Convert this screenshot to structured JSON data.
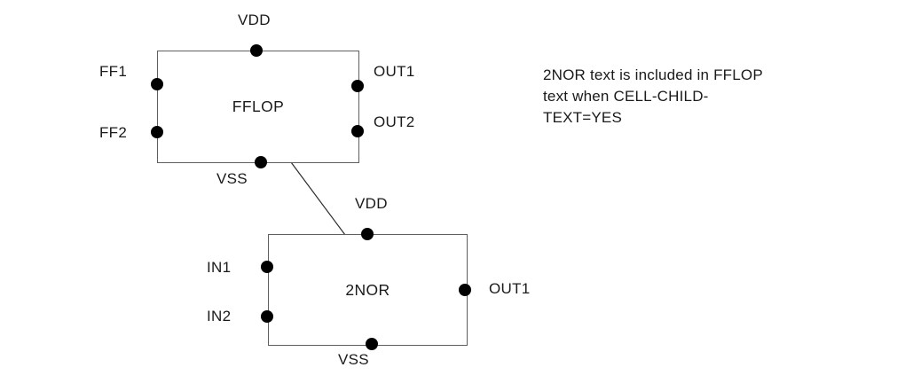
{
  "colors": {
    "background": "#ffffff",
    "box_border": "#5f5f5f",
    "pin_dot": "#000000",
    "text": "#1a1a1a",
    "connector_line": "#2b2b2b"
  },
  "fflop": {
    "label": "FFLOP",
    "pins": {
      "vdd": "VDD",
      "ff1": "FF1",
      "ff2": "FF2",
      "out1": "OUT1",
      "out2": "OUT2",
      "vss": "VSS"
    }
  },
  "nor": {
    "label": "2NOR",
    "pins": {
      "vdd": "VDD",
      "in1": "IN1",
      "in2": "IN2",
      "out1": "OUT1",
      "vss": "VSS"
    }
  },
  "annotation": {
    "lines": [
      "2NOR text is included in FFLOP",
      "text when CELL-CHILD-",
      "TEXT=YES"
    ]
  }
}
